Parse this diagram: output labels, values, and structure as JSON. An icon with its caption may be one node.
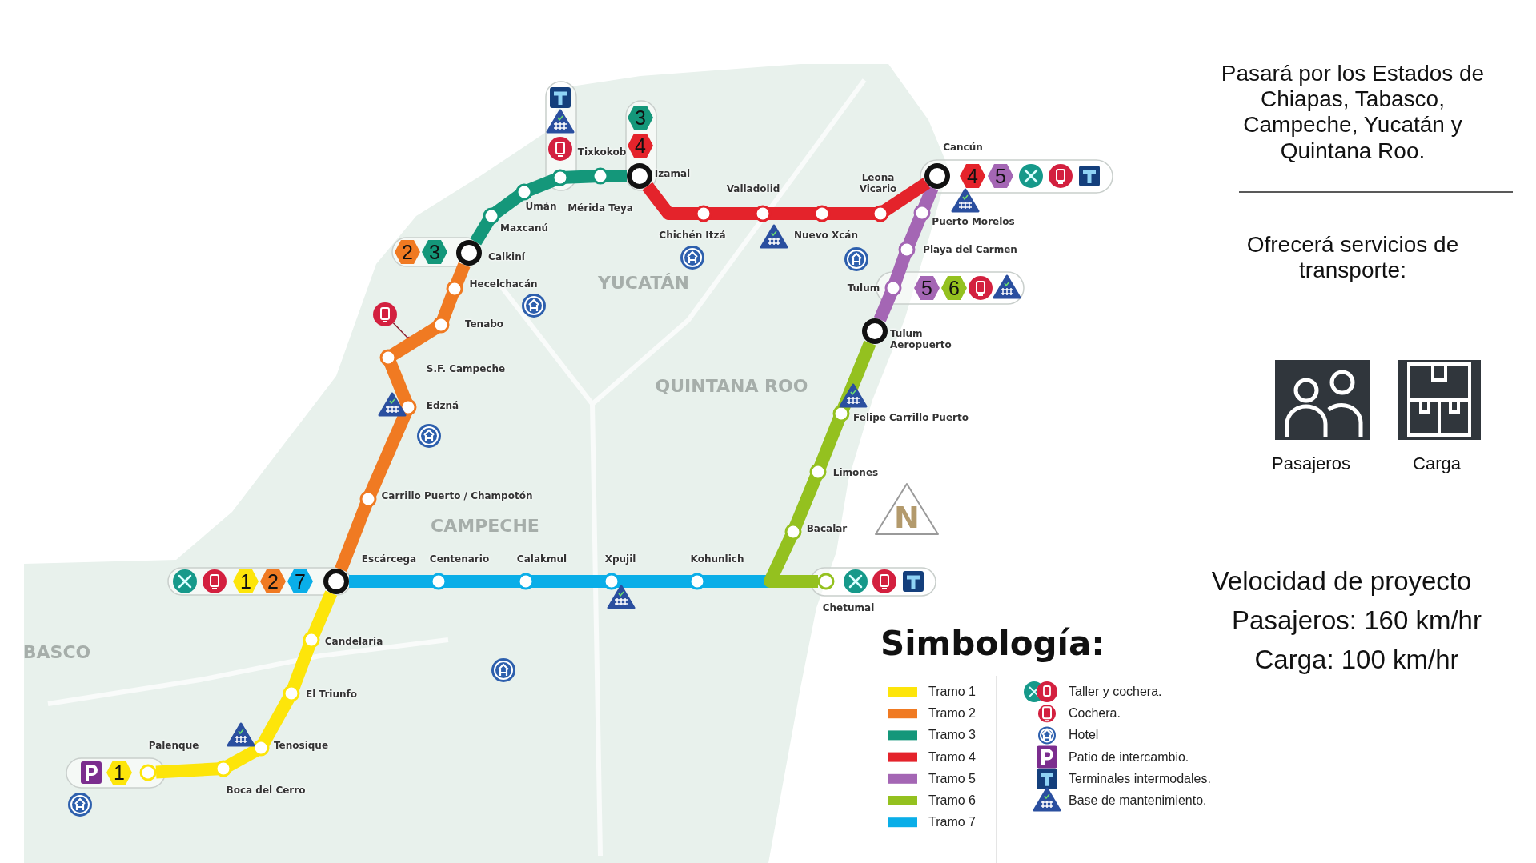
{
  "diagram": {
    "nodes": [
      {
        "text": [],
        "shape": "circle",
        "beside": [
          "Palenque"
        ]
      },
      {
        "text": [],
        "shape": "circle",
        "beside": [
          "Escárcega"
        ]
      },
      {
        "text": [],
        "shape": "circle",
        "beside": [
          "Calkiní"
        ]
      },
      {
        "text": [],
        "shape": "circle",
        "beside": [
          "Izamal"
        ]
      },
      {
        "text": [],
        "shape": "circle",
        "beside": [
          "Cancún"
        ]
      },
      {
        "text": [],
        "shape": "circle",
        "beside": [
          "Tulum Aeropuerto"
        ]
      },
      {
        "text": [],
        "shape": "circle",
        "beside": [
          "Chetumal"
        ]
      },
      {
        "text": [],
        "shape": "picture"
      }
    ],
    "edges": [
      {
        "from": 0,
        "to": 1,
        "arrow": "none",
        "color": "#fde50a"
      },
      {
        "from": 1,
        "to": 2,
        "arrow": "none",
        "color": "#f07a22"
      },
      {
        "from": 2,
        "to": 3,
        "arrow": "none",
        "color": "#14977a"
      },
      {
        "from": 3,
        "to": 4,
        "arrow": "none",
        "color": "#e4232b"
      },
      {
        "from": 4,
        "to": 5,
        "arrow": "none",
        "color": "#a466b4"
      },
      {
        "from": 5,
        "to": 6,
        "arrow": "none",
        "color": "#94c11f"
      },
      {
        "from": 1,
        "to": 6,
        "arrow": "none",
        "color": "#0aaee8"
      },
      {
        "from": 7,
        "to": null,
        "arrow": "other",
        "color": "#8a1d2e"
      }
    ],
    "labels": [
      "Pasará por los Estados de Chiapas, Tabasco, Campeche, Yucatán y Quintana Roo.",
      "Ofrecerá servicios de transporte:",
      "Pasajeros",
      "Carga",
      "Velocidad de proyecto",
      "Pasajeros: 160 km/hr",
      "Carga: 100 km/hr",
      "3",
      "4",
      "Tixkokob",
      "4",
      "5",
      "Valladolid",
      "Leona Vicario",
      "Umán",
      "Mérida Teya",
      "Puerto Morelos",
      "Maxcanú",
      "Chichén Itzá",
      "Nuevo Xcán",
      "2",
      "3",
      "Playa del Carmen",
      "YUCATÁN",
      "Hecelchacán",
      "Tulum",
      "5",
      "6",
      "Tenabo",
      "S.F. Campeche",
      "QUINTANA ROO",
      "Edzná",
      "Felipe Carrillo Puerto",
      "Limones",
      "Carrillo Puerto / Champotón",
      "N",
      "CAMPECHE",
      "Bacalar",
      "Centenario",
      "Calakmul",
      "Xpujil",
      "Kohunlich",
      "1",
      "2",
      "7",
      "Candelaria",
      "BASCO",
      "El Triunfo",
      "Tenosique",
      "1",
      "Boca del Cerro",
      "Simbología:"
    ],
    "legend": [
      {
        "text": "Tramo 1",
        "color": "#fde50a"
      },
      {
        "text": "Tramo 2",
        "color": "#f07a22"
      },
      {
        "text": "Tramo 3",
        "color": "#14977a"
      },
      {
        "text": "Tramo 4",
        "color": "#e4232b"
      },
      {
        "text": "Tramo 5",
        "color": "#a466b4"
      },
      {
        "text": "Tramo 6",
        "color": "#94c11f"
      },
      {
        "text": "Tramo 7",
        "color": "#0aaee8"
      },
      {
        "text": "Taller y cochera."
      },
      {
        "text": "Cochera."
      },
      {
        "text": "Hotel"
      },
      {
        "text": "Patio de intercambio."
      },
      {
        "text": "Terminales intermodales."
      },
      {
        "text": "Base de mantenimiento."
      }
    ]
  }
}
